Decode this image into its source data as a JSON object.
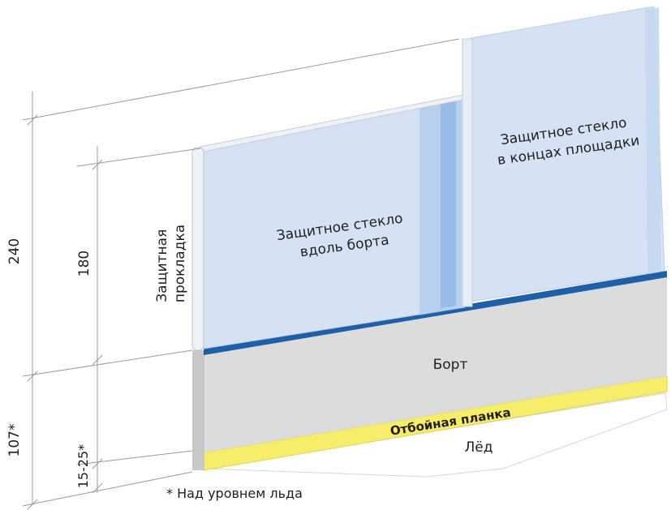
{
  "labels": {
    "glass_along_board_line1": "Защитное стекло",
    "glass_along_board_line2": "вдоль борта",
    "glass_end_line1": "Защитное стекло",
    "glass_end_line2": "в концах площадки",
    "padding_line1": "Защитная",
    "padding_line2": "прокладка",
    "board": "Борт",
    "kickplate": "Отбойная планка",
    "ice": "Лёд"
  },
  "dimensions": {
    "total_height": "240",
    "glass_height": "180",
    "board_height": "107*",
    "kickplate_height": "15-25*"
  },
  "footnote": "* Над уровнем льда",
  "colors": {
    "glass": "#d4e2f4",
    "glass_highlight": "#9ec1e8",
    "board": "#dcdcdc",
    "board_edge": "#c8c8c8",
    "rail_blue": "#1f5fa8",
    "kickplate": "#f6ee6a",
    "padding": "#eef2f6",
    "dimension_lines": "#9a9a9a"
  }
}
